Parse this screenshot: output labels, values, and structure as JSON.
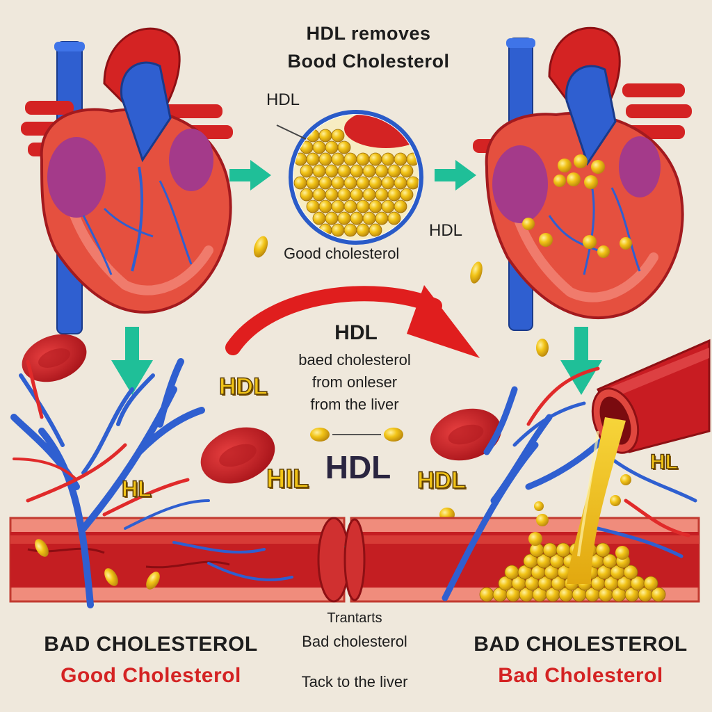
{
  "title_line1": "HDL removes",
  "title_line2": "Bood Cholesterol",
  "hdl_pointer_label": "HDL",
  "right_hdl_label": "HDL",
  "good_cholesterol_caption": "Good cholesterol",
  "center": {
    "heading": "HDL",
    "line1": "baed cholesterol",
    "line2": "from onleser",
    "line3": "from the liver",
    "hdl_large": "HDL"
  },
  "yellow_tags": [
    "HDL",
    "HL",
    "HIL",
    "HDL",
    "HL"
  ],
  "bottom_center": {
    "line1": "Trantarts",
    "line2": "Bad cholesterol",
    "line3": "Tack to the liver"
  },
  "bottom_left": {
    "line1": "BAD CHOLESTEROL",
    "line2": "Good Cholesterol"
  },
  "bottom_right": {
    "line1": "BAD CHOLESTEROL",
    "line2": "Bad Cholesterol"
  },
  "colors": {
    "background": "#efe8dc",
    "artery_red": "#d42323",
    "vein_blue": "#2f5fd0",
    "arrow_teal": "#1fbf98",
    "cholesterol_yellow": "#f2c417"
  }
}
